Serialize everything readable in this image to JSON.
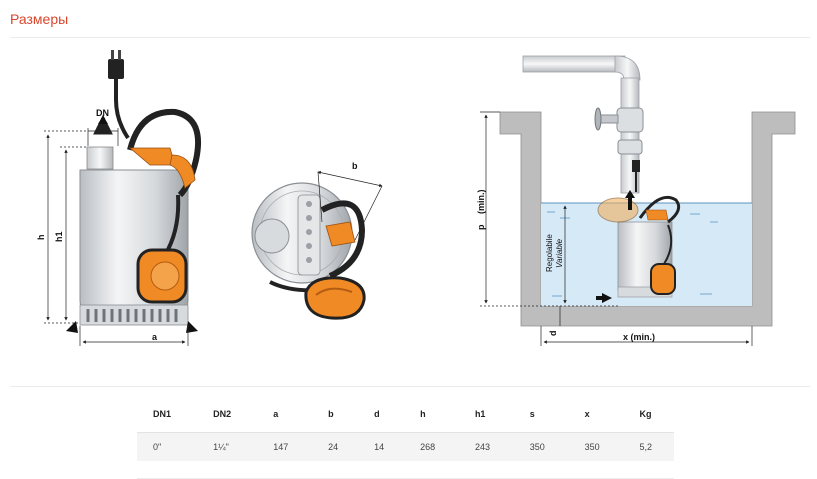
{
  "section": {
    "title": "Размеры"
  },
  "diagram": {
    "labels": {
      "dn": "DN",
      "h": "h",
      "h1": "h1",
      "a": "a",
      "b": "b",
      "p": "p",
      "p_min": "(min.)",
      "d": "d",
      "x_min": "x (min.)",
      "regolabile": "Regolabile",
      "variable": "Variable"
    }
  },
  "table": {
    "headers": [
      "DN1",
      "DN2",
      "a",
      "b",
      "d",
      "h",
      "h1",
      "s",
      "x",
      "Kg"
    ],
    "rows": [
      [
        "0\"",
        "1¼\"",
        "147",
        "24",
        "14",
        "268",
        "243",
        "350",
        "350",
        "5,2"
      ]
    ]
  },
  "colors": {
    "accent": "#d9472c",
    "orange": "#f08a24",
    "water": "#d6e9f6",
    "wall": "#bdbdbd"
  }
}
